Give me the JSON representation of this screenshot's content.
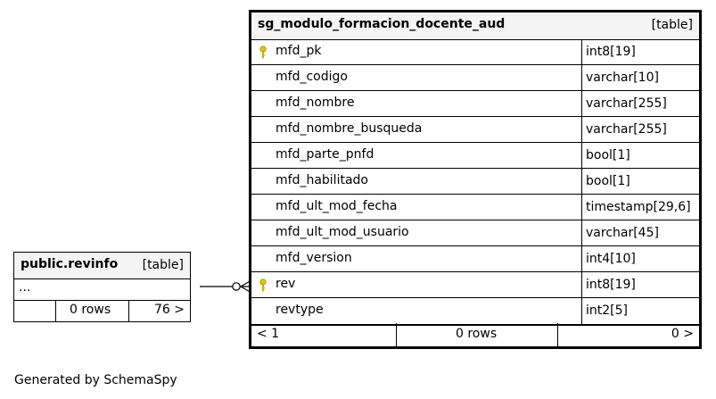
{
  "main_table": {
    "name": "sg_modulo_formacion_docente_aud",
    "kind": "[table]",
    "columns": [
      {
        "name": "mfd_pk",
        "type": "int8[19]"
      },
      {
        "name": "mfd_codigo",
        "type": "varchar[10]"
      },
      {
        "name": "mfd_nombre",
        "type": "varchar[255]"
      },
      {
        "name": "mfd_nombre_busqueda",
        "type": "varchar[255]"
      },
      {
        "name": "mfd_parte_pnfd",
        "type": "bool[1]"
      },
      {
        "name": "mfd_habilitado",
        "type": "bool[1]"
      },
      {
        "name": "mfd_ult_mod_fecha",
        "type": "timestamp[29,6]"
      },
      {
        "name": "mfd_ult_mod_usuario",
        "type": "varchar[45]"
      },
      {
        "name": "mfd_version",
        "type": "int4[10]"
      },
      {
        "name": "rev",
        "type": "int8[19]"
      },
      {
        "name": "revtype",
        "type": "int2[5]"
      }
    ],
    "footer": {
      "parents": "< 1",
      "rows": "0 rows",
      "children": "0 >"
    }
  },
  "rev_table": {
    "name": "public.revinfo",
    "kind": "[table]",
    "ellipsis": "...",
    "footer": {
      "parents": "",
      "rows": "0 rows",
      "children": "76 >"
    }
  },
  "credit": "Generated by SchemaSpy",
  "colors": {
    "key_icon": "#e8c800",
    "header_bg": "#f4f4f4",
    "border": "#000000"
  },
  "icons": {
    "key": "key-icon"
  }
}
